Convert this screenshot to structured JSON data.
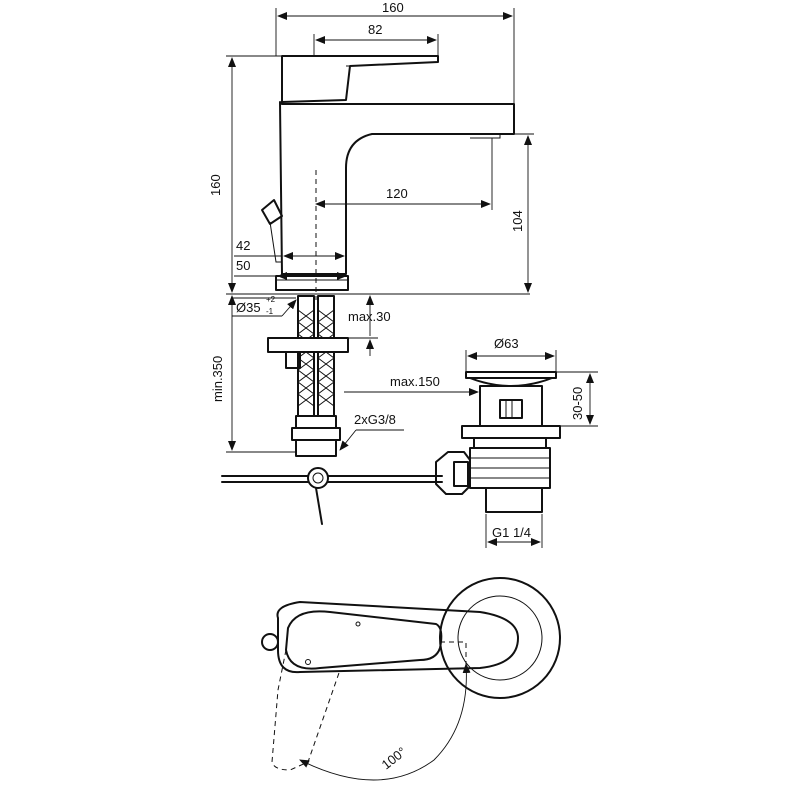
{
  "top_view": {
    "overall_width_label": "160",
    "handle_length_label": "82",
    "overall_height_label": "160",
    "spout_reach_label": "120",
    "spout_height_label": "104",
    "body_width_label": "42",
    "base_width_label": "50",
    "hole_diameter_label": "Ø35",
    "hole_tol_plus": "+2",
    "hole_tol_minus": "-1",
    "max_thickness_label": "max.30",
    "hose_length_label": "min.350",
    "connection_label": "2xG3/8",
    "waste_diameter_label": "Ø63",
    "waste_height_label": "30-50",
    "rod_length_label": "max.150",
    "waste_thread_label": "G1 1/4"
  },
  "plan_view": {
    "rotation_label": "100°"
  }
}
